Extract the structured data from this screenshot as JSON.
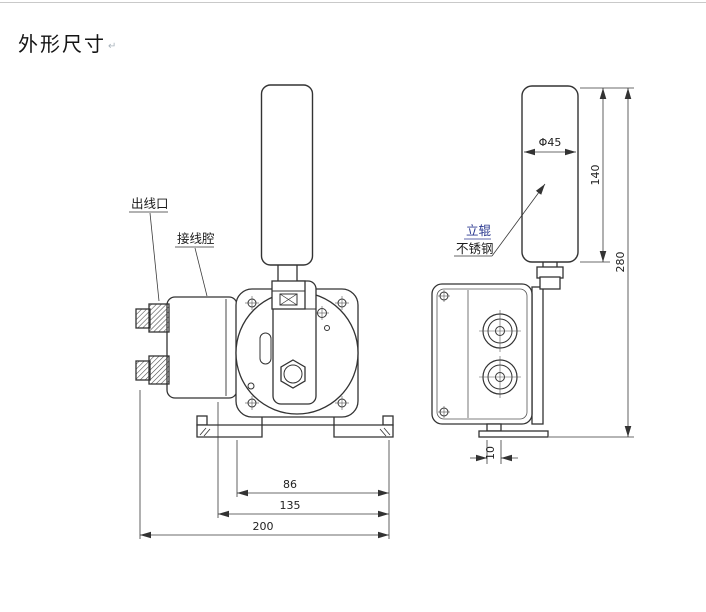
{
  "page": {
    "title": "外形尺寸",
    "title_mark": "↵"
  },
  "callouts": {
    "cable_outlet": "出线口",
    "wiring_cavity": "接线腔",
    "roller_name": "立辊",
    "roller_material": "不锈钢"
  },
  "dims": {
    "roller_diameter": "Φ45",
    "roller_length": "140",
    "overall_height": "280",
    "inner_width": "86",
    "mid_width": "135",
    "overall_width": "200",
    "base_offset": "10"
  },
  "colors": {
    "line": "#333333",
    "dim_line": "#3a3a3a",
    "text": "#222222",
    "label_blue": "#2b3990"
  }
}
